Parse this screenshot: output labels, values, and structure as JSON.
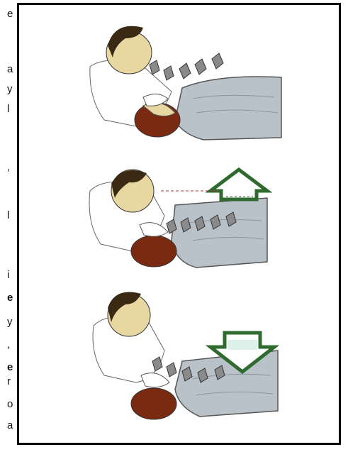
{
  "margin_text": [
    "e",
    "a",
    "y",
    "l",
    ",",
    "l",
    "i",
    "e",
    "y",
    ",",
    "e",
    "r",
    "o",
    "a"
  ],
  "illustrations": [
    {
      "name": "exhale-panel",
      "arrow_direction": "out-from-mouth"
    },
    {
      "name": "inhale-panel",
      "arrow_direction": "into-mouth",
      "box_arrow": "up"
    },
    {
      "name": "compress-panel",
      "arrow_direction": "into-mouth",
      "box_arrow": "down"
    }
  ],
  "colors": {
    "frame": "#000000",
    "patient_body": "#b8c2c8",
    "hair": "#3a2a14",
    "patient_hair": "#7a2a10",
    "skin": "#e8d7a0",
    "arrow": "#8a8a8a",
    "box_green": "#2f6b2f"
  }
}
